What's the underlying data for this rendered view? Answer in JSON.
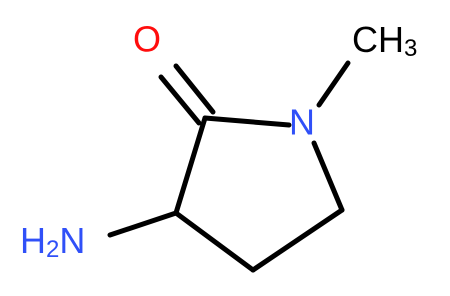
{
  "diagram": {
    "atoms": {
      "oxygen": "O",
      "nitrogen": "N",
      "methyl_c": "C",
      "methyl_h": "H",
      "methyl_sub": "3",
      "amino_h": "H",
      "amino_sub": "2",
      "amino_n": "N"
    },
    "colors": {
      "carbon_hydrogen": "#000000",
      "nitrogen": "#3050F8",
      "oxygen": "#FF0D0D",
      "background": "#FFFFFF"
    }
  }
}
